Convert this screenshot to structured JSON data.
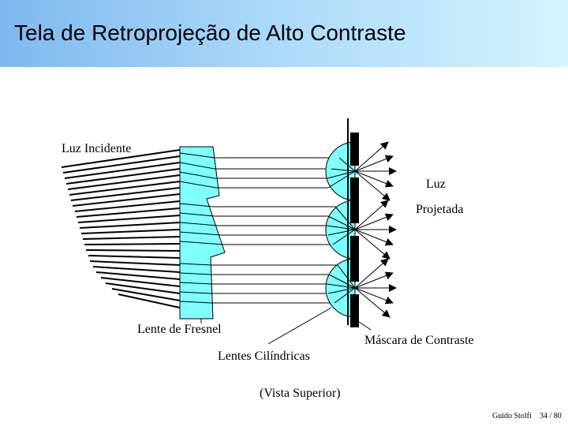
{
  "slide": {
    "title": "Tela de Retroprojeção de Alto Contraste"
  },
  "diagram": {
    "labels": {
      "incident_light": "Luz Incidente",
      "projected_light_line1": "Luz",
      "projected_light_line2": "Projetada",
      "fresnel_lens": "Lente de Fresnel",
      "cylindrical_lenses": "Lentes Cilíndricas",
      "contrast_mask": "Máscara de Contraste",
      "top_view": "(Vista Superior)"
    },
    "colors": {
      "lens_fill": "#80ffff",
      "stroke": "#000000",
      "header_start": "#7fb8f0",
      "header_end": "#d4f4ff"
    }
  },
  "footer": {
    "author": "Guido Stolfi",
    "page": "34 / 80"
  }
}
